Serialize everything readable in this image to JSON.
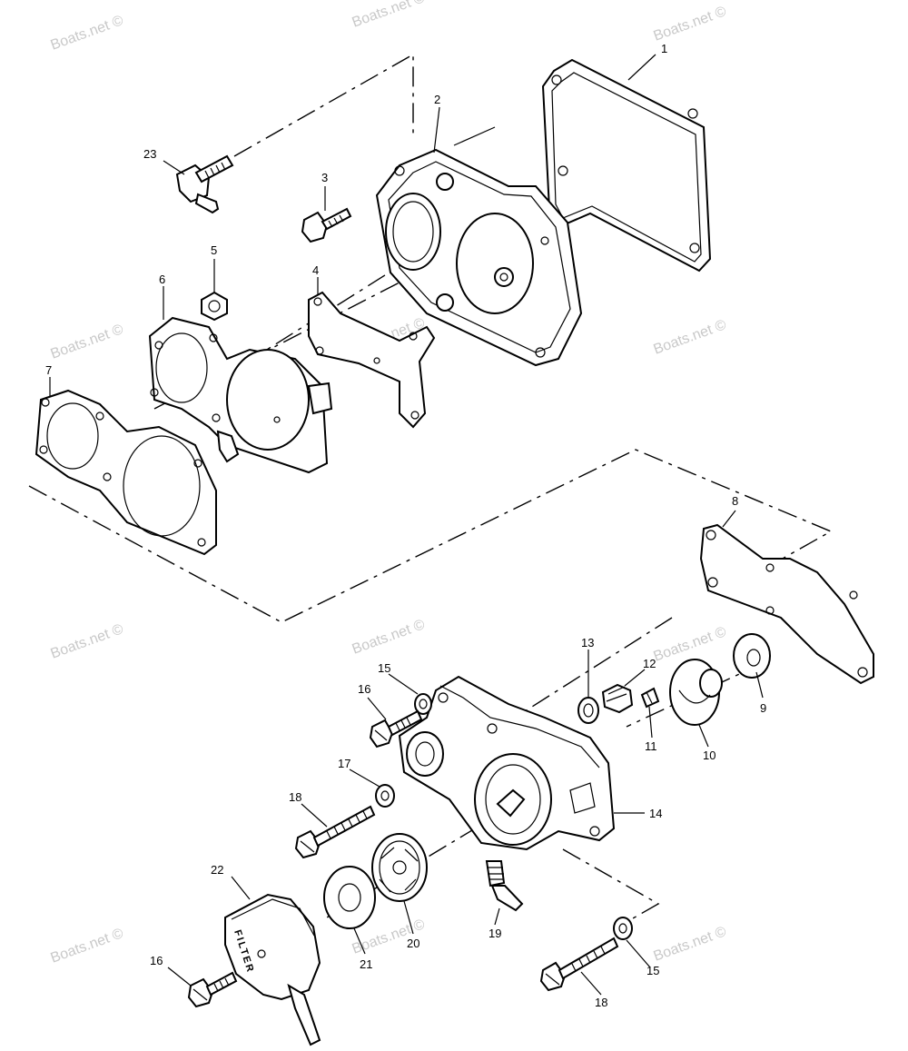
{
  "watermark_text": "Boats.net ©",
  "filter_label": "FILTER",
  "callouts": [
    "1",
    "2",
    "3",
    "4",
    "5",
    "6",
    "7",
    "8",
    "9",
    "10",
    "11",
    "12",
    "13",
    "14",
    "15",
    "15",
    "16",
    "16",
    "17",
    "18",
    "18",
    "19",
    "20",
    "21",
    "22",
    "23"
  ]
}
